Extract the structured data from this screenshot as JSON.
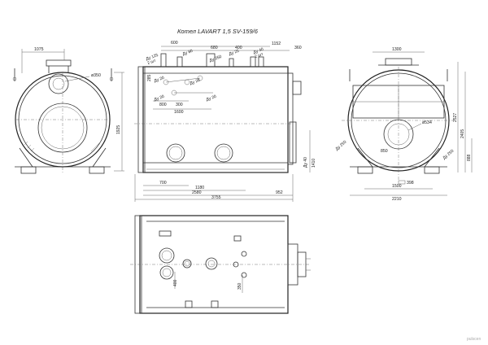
{
  "title": "Котел LAVART 1,5 SV-159/6",
  "left_view": {
    "dims": [
      "1075",
      "ø350",
      "1925"
    ]
  },
  "front_view": {
    "nozzles": [
      "Ду 125\n2 шт",
      "Ду 80",
      "Ду 250",
      "Ду 25",
      "Ду 40\n2 шт",
      "Ду 20",
      "Ду 20",
      "Ду 20",
      "Ду 20"
    ],
    "top_dims": [
      "600",
      "680",
      "1152",
      "400",
      "360"
    ],
    "inner_dims": [
      "285",
      "800",
      "300",
      "1600"
    ],
    "bottom_dims": [
      "700",
      "1180",
      "2580",
      "3755",
      "952"
    ],
    "right_labels": [
      "Ду 40",
      "1410"
    ]
  },
  "right_view": {
    "dims": [
      "1300",
      "1500",
      "2210",
      "2527",
      "2405",
      "888",
      "ø534",
      "Ду 250",
      "Ду 250",
      "398",
      "850"
    ]
  },
  "plan_view": {
    "dims": [
      "400",
      "350"
    ]
  },
  "watermark": "pulscen"
}
